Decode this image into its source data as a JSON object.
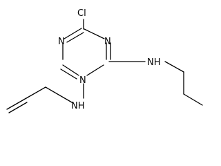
{
  "structure": {
    "ring": "1,3,5-triazine",
    "atoms": {
      "cl": "Cl",
      "ring_n_top_right": "N",
      "ring_n_left": "N",
      "ring_n_bottom": "N",
      "nh_right": "NH",
      "nh_bottom": "NH"
    },
    "substituents": [
      "chloro",
      "propylamino",
      "allylamino"
    ]
  }
}
